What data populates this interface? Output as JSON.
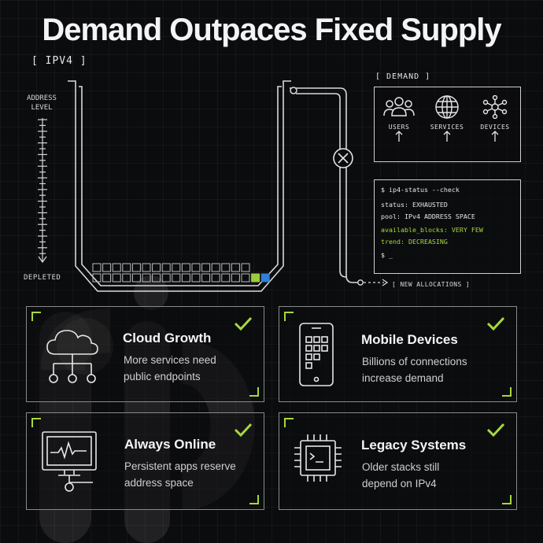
{
  "title": "Demand Outpaces Fixed Supply",
  "ipv4_tag": "[ IPV4 ]",
  "gauge": {
    "level_label_line1": "ADDRESS",
    "level_label_line2": "LEVEL",
    "depleted_label": "DEPLETED"
  },
  "pool": {
    "total_blocks": 34,
    "available_blocks": 2,
    "available_colors": [
      "#9ccc3c",
      "#2f7fd6"
    ]
  },
  "demand": {
    "tag": "[ DEMAND ]",
    "items": [
      {
        "label": "USERS",
        "icon": "users-icon"
      },
      {
        "label": "SERVICES",
        "icon": "globe-icon"
      },
      {
        "label": "DEVICES",
        "icon": "network-nodes-icon"
      }
    ]
  },
  "valve_icon": "valve-icon",
  "new_allocations": "[ NEW ALLOCATIONS ]",
  "terminal": {
    "command": "$ ip4-status --check",
    "status_line": "status: EXHAUSTED",
    "pool_line": "pool: IPv4 ADDRESS SPACE",
    "available_line": "available_blocks: VERY FEW",
    "trend_line": "trend: DECREASING",
    "prompt": "$ _"
  },
  "cards": [
    {
      "title": "Cloud Growth",
      "desc_line1": "More services need",
      "desc_line2": "public endpoints",
      "icon": "cloud-network-icon"
    },
    {
      "title": "Mobile Devices",
      "desc_line1": "Billions of connections",
      "desc_line2": "increase demand",
      "icon": "smartphone-icon"
    },
    {
      "title": "Always Online",
      "desc_line1": "Persistent apps reserve",
      "desc_line2": "address space",
      "icon": "monitor-icon"
    },
    {
      "title": "Legacy Systems",
      "desc_line1": "Older stacks still",
      "desc_line2": "depend on IPv4",
      "icon": "chip-icon"
    }
  ],
  "colors": {
    "accent_green": "#a6d83e",
    "accent_blue": "#2f7fd6",
    "line": "#d6d6d6",
    "background": "#0b0c0e"
  }
}
